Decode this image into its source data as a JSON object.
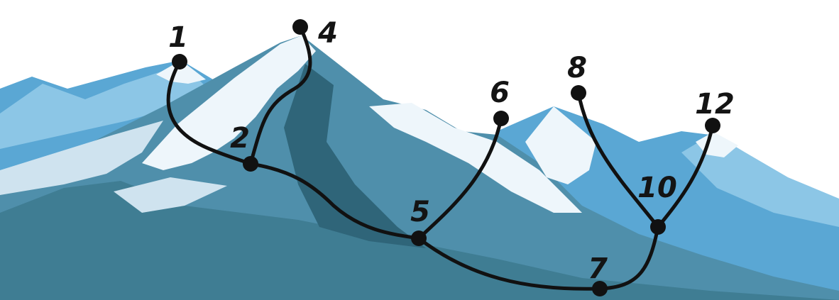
{
  "colors": {
    "sky": "#ffffff",
    "mountain_back": "#5aa7d4",
    "mountain_back_light": "#8cc6e6",
    "mountain_mid": "#4f8fab",
    "mountain_front": "#3f7d93",
    "mountain_shadow": "#2f6579",
    "snow": "#eef6fb",
    "snow_shade": "#cfe3ef",
    "trail": "#111111",
    "node": "#111111"
  },
  "nodes": [
    {
      "id": "1",
      "label": "1"
    },
    {
      "id": "2",
      "label": "2"
    },
    {
      "id": "4",
      "label": "4"
    },
    {
      "id": "5",
      "label": "5"
    },
    {
      "id": "6",
      "label": "6"
    },
    {
      "id": "7",
      "label": "7"
    },
    {
      "id": "8",
      "label": "8"
    },
    {
      "id": "10",
      "label": "10"
    },
    {
      "id": "12",
      "label": "12"
    }
  ],
  "edges": [
    {
      "from": "1",
      "to": "2"
    },
    {
      "from": "4",
      "to": "2"
    },
    {
      "from": "2",
      "to": "5"
    },
    {
      "from": "5",
      "to": "6"
    },
    {
      "from": "5",
      "to": "7"
    },
    {
      "from": "7",
      "to": "10"
    },
    {
      "from": "10",
      "to": "8"
    },
    {
      "from": "10",
      "to": "12"
    }
  ]
}
